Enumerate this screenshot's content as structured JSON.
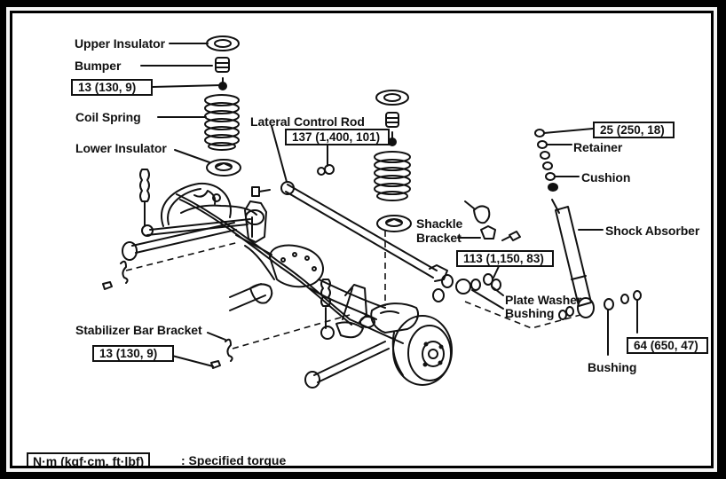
{
  "diagram": {
    "subject": "Rear suspension exploded view",
    "labels": {
      "upper_insulator": "Upper Insulator",
      "bumper": "Bumper",
      "coil_spring": "Coil Spring",
      "lower_insulator": "Lower Insulator",
      "lateral_control_rod": "Lateral Control Rod",
      "retainer": "Retainer",
      "cushion": "Cushion",
      "shock_absorber": "Shock Absorber",
      "shackle_bracket_line1": "Shackle",
      "shackle_bracket_line2": "Bracket",
      "plate_washer": "Plate Washer",
      "bushing_center": "Bushing",
      "bushing_right": "Bushing",
      "stabilizer_bar_bracket": "Stabilizer Bar Bracket"
    },
    "torque_specs": {
      "bumper_bolt": "13 (130, 9)",
      "lateral_control_rod": "137 (1,400, 101)",
      "shock_upper_nut": "25 (250, 18)",
      "shackle_bracket": "113 (1,150, 83)",
      "shock_lower_nut": "64 (650, 47)",
      "stabilizer_bar_bracket": "13 (130, 9)"
    },
    "legend": {
      "unit_box": "N·m (kgf·cm, ft·lbf)",
      "description": ": Specified torque"
    }
  }
}
